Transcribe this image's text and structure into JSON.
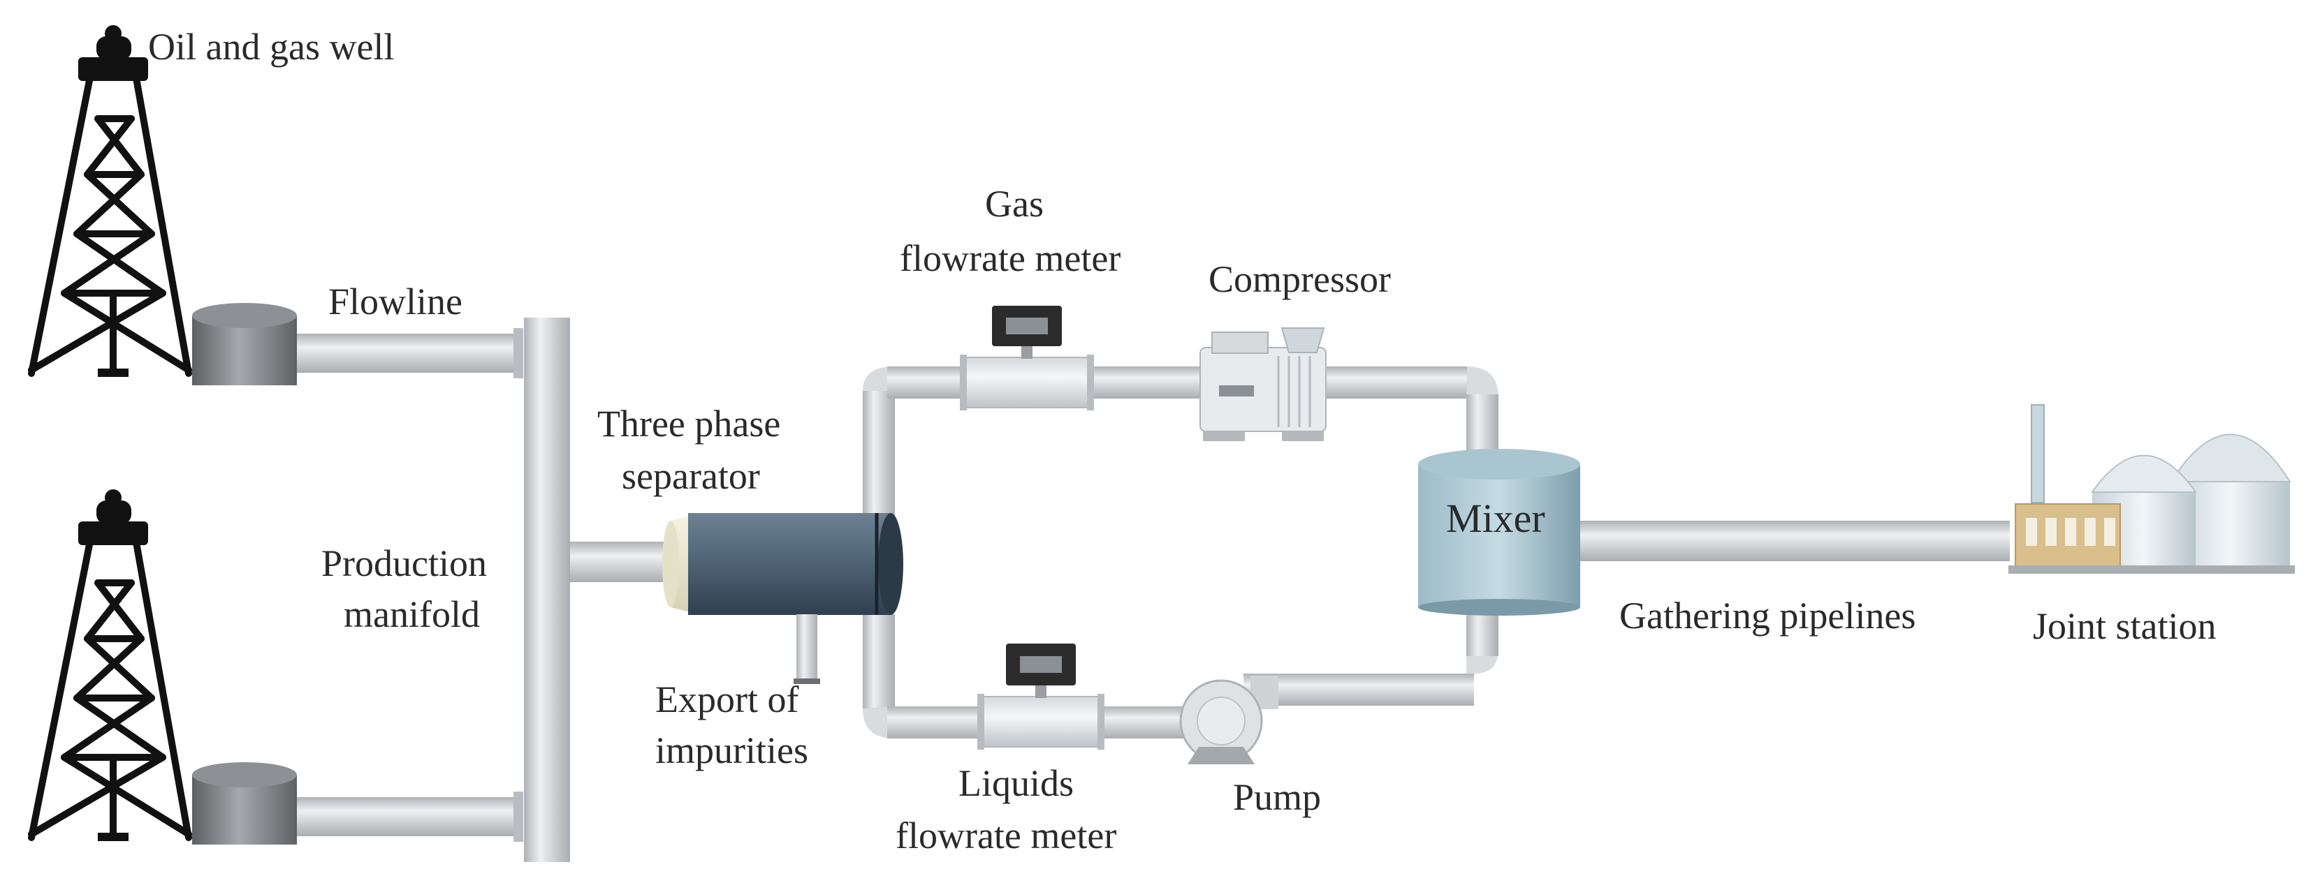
{
  "labels": {
    "well": "Oil and gas well",
    "flowline": "Flowline",
    "manifold_line1": "Production",
    "manifold_line2": "manifold",
    "separator_line1": "Three phase",
    "separator_line2": "separator",
    "export_line1": "Export of",
    "export_line2": "impurities",
    "gas_meter_line1": "Gas",
    "gas_meter_line2": "flowrate meter",
    "compressor": "Compressor",
    "mixer": "Mixer",
    "liquid_meter_line1": "Liquids",
    "liquid_meter_line2": "flowrate meter",
    "pump": "Pump",
    "gathering": "Gathering pipelines",
    "station": "Joint station"
  },
  "colors": {
    "pipe": "#c9cccf",
    "pipe_light": "#e6e8ea",
    "derrick": "#111111",
    "wellhead": "#7a7d80",
    "separator_body": "#4b5f72",
    "separator_cap": "#ece8d4",
    "mixer": "#7fa3b3",
    "meter_display": "#2b2b2b",
    "station_building": "#d9bf8c",
    "station_tank": "#dbe3e8",
    "label": "#2a2a2a"
  }
}
